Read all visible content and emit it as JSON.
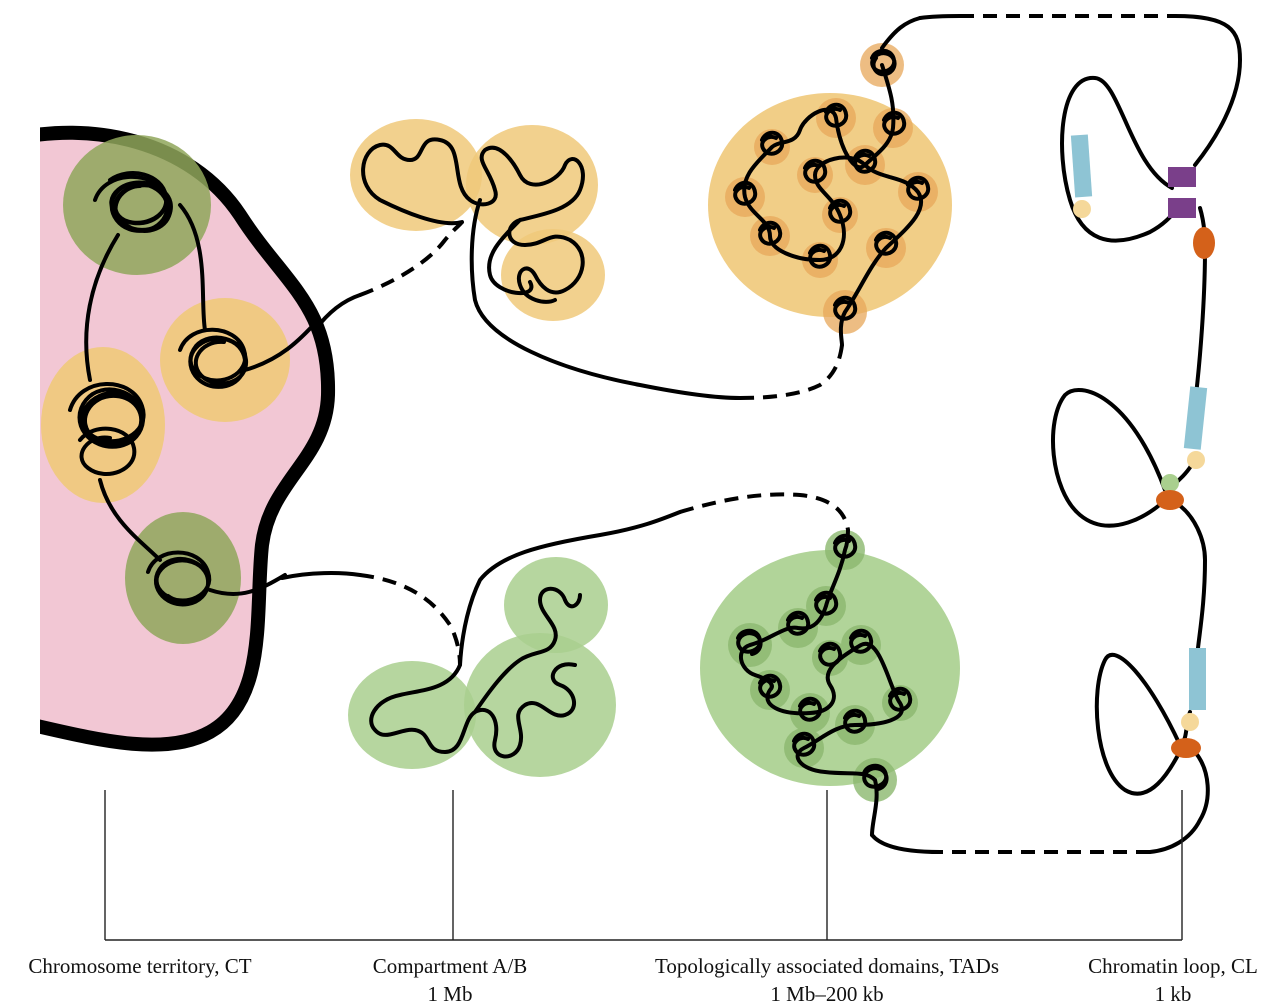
{
  "labels": {
    "ct": {
      "line1": "Chromosome territory, CT",
      "line2": ""
    },
    "ab": {
      "line1": "Compartment A/B",
      "line2": "1 Mb"
    },
    "tad": {
      "line1": "Topologically associated domains, TADs",
      "line2": "1 Mb–200 kb"
    },
    "cl": {
      "line1": "Chromatin loop, CL",
      "line2": "1 kb"
    }
  },
  "colors": {
    "territory_fill": "#f2c7d4",
    "territory_outline": "#000000",
    "compartment_a": "#f0c97a",
    "compartment_a_core": "#e8a85a",
    "compartment_b": "#a9cf8e",
    "compartment_b_core": "#8cb86f",
    "dark_green": "#8fa65a",
    "cohesin": "#7a3f8a",
    "ctcf": "#d4611a",
    "promoter": "#f5d89a",
    "gene": "#8ec4d4"
  }
}
